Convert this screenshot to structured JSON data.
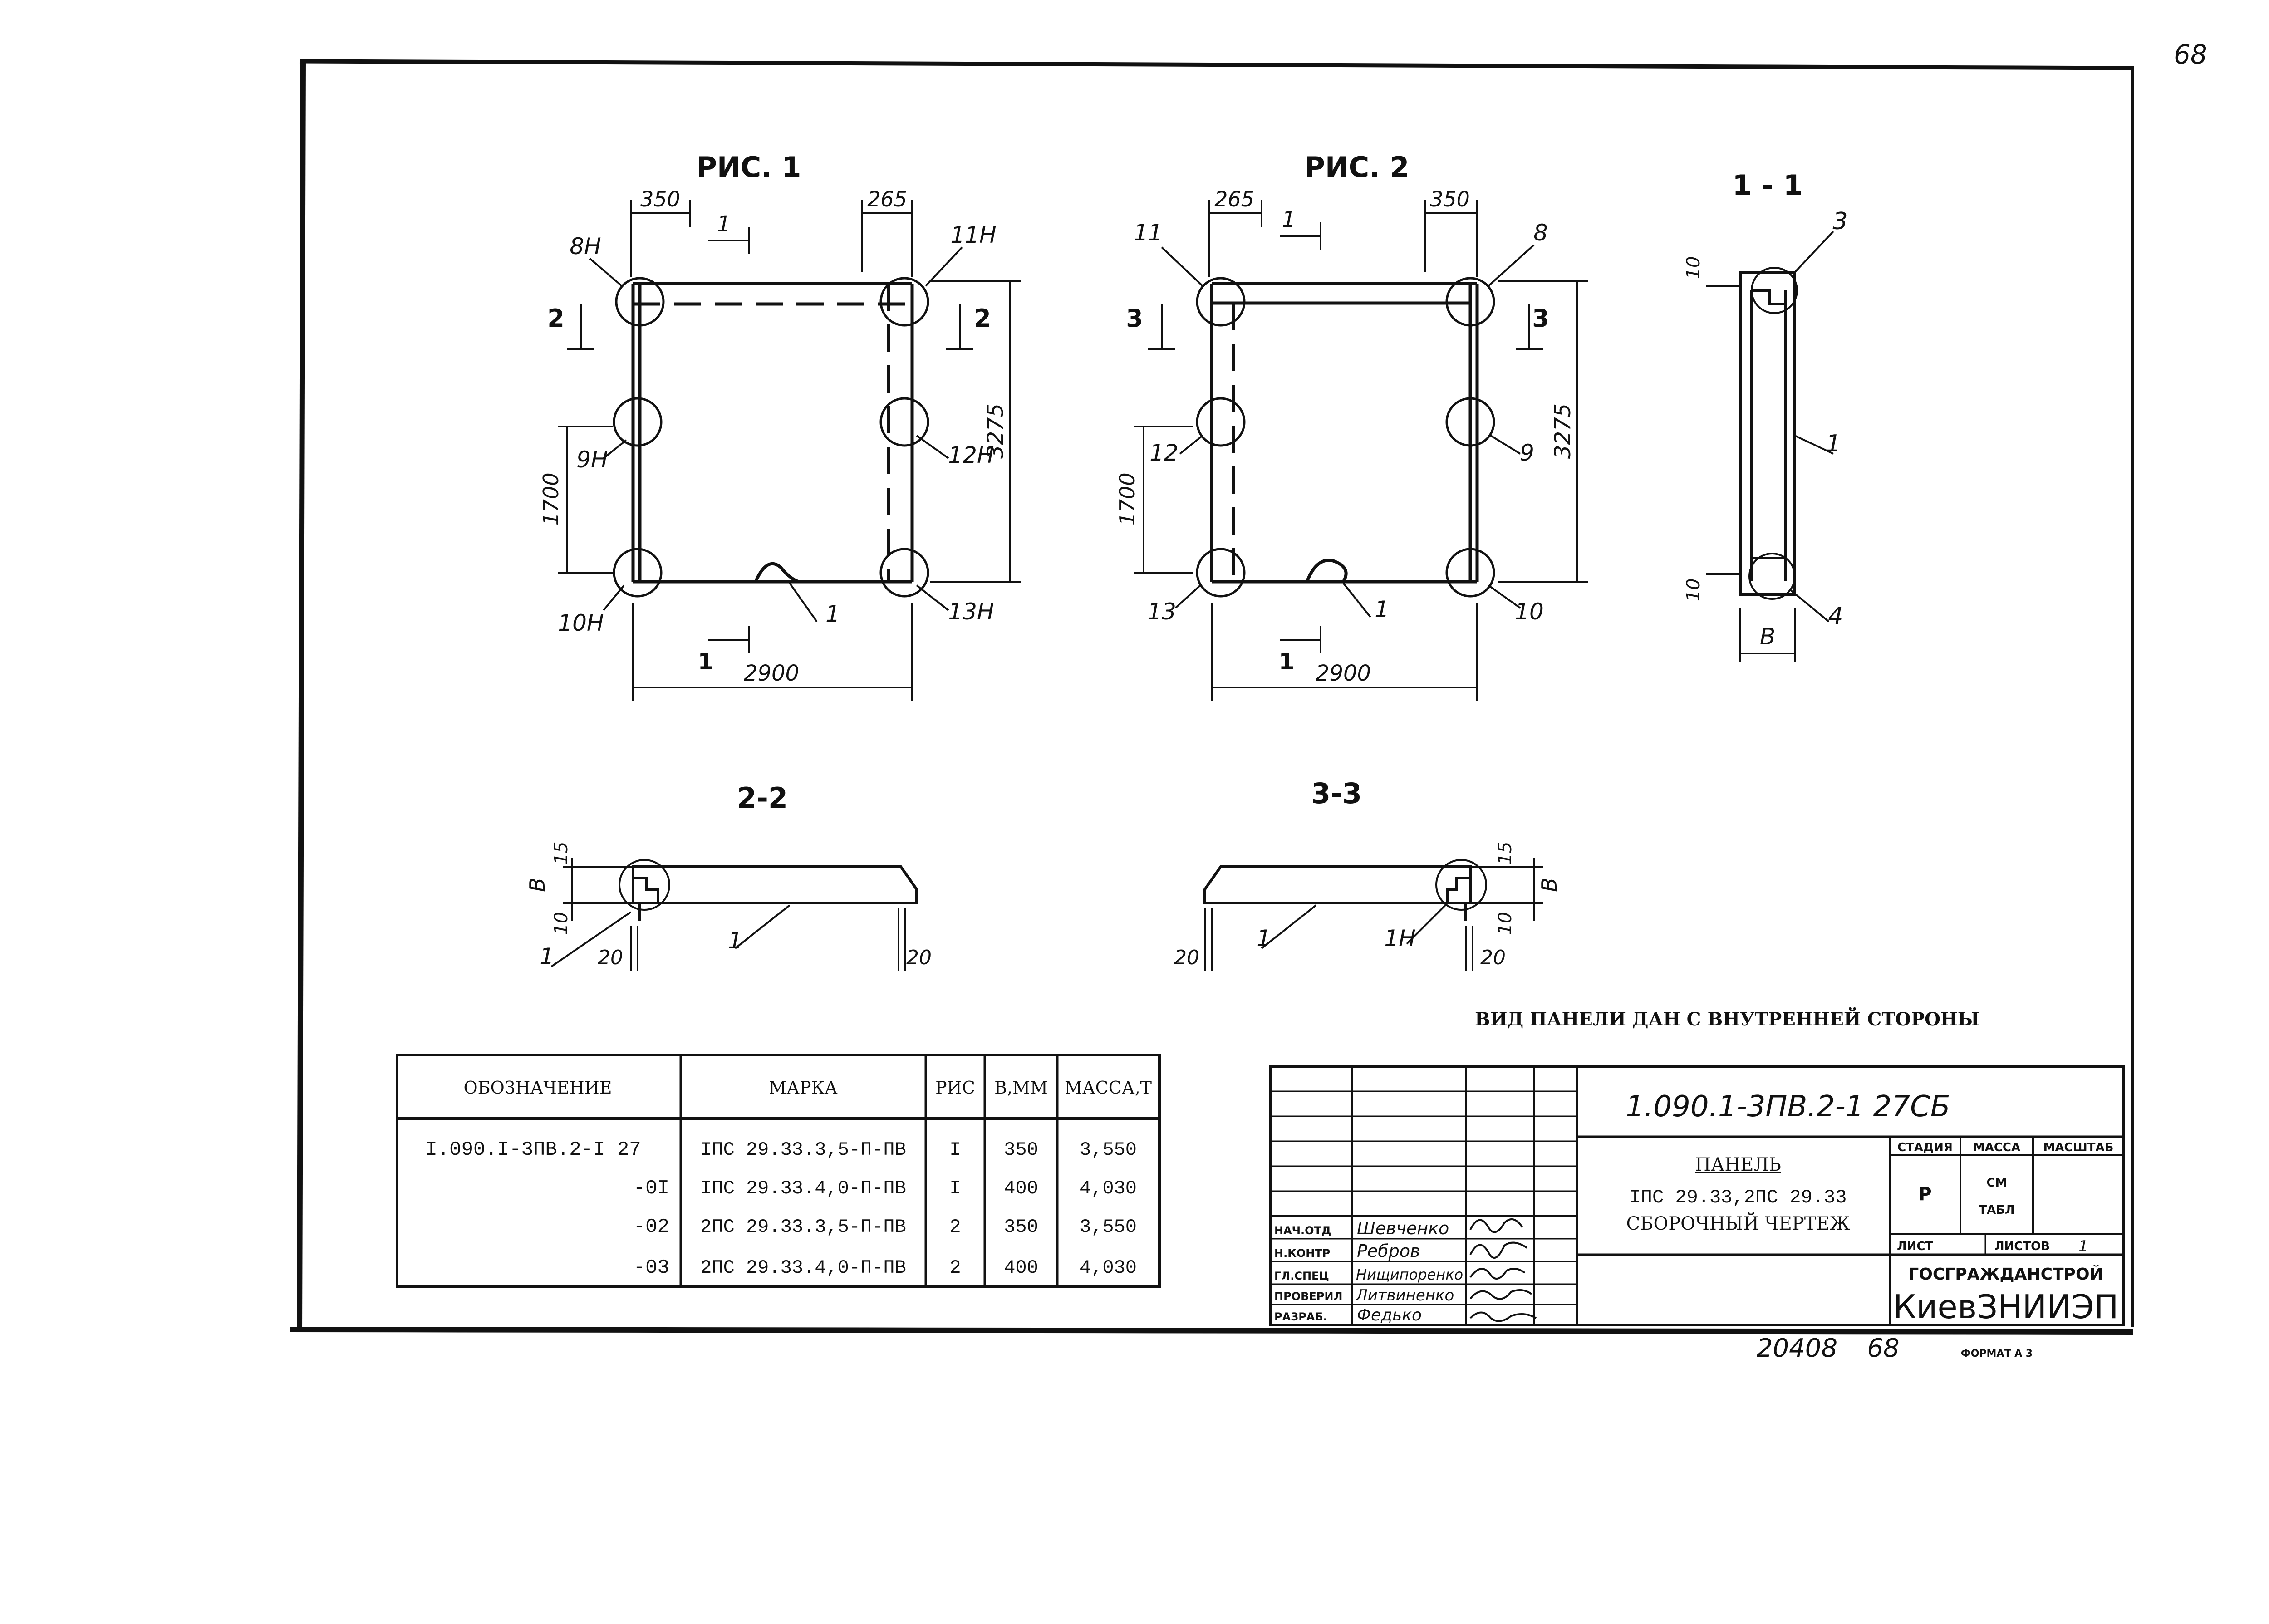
{
  "page_number": "68",
  "fig1": {
    "title": "РИС. 1",
    "dims": {
      "left_top": "350",
      "right_top": "265",
      "bottom": "2900",
      "height": "3275",
      "left": "1700"
    },
    "marks": {
      "tl": "8Н",
      "tr": "11Н",
      "ml": "9Н",
      "mr": "12Н",
      "bl": "10Н",
      "br": "13Н",
      "bottom": "1"
    },
    "section_top": "1",
    "section_bottom": "1",
    "section_left": "2",
    "section_right": "2"
  },
  "fig2": {
    "title": "РИС. 2",
    "dims": {
      "left_top": "265",
      "right_top": "350",
      "bottom": "2900",
      "height": "3275",
      "left": "1700"
    },
    "marks": {
      "tl": "11",
      "tr": "8",
      "ml": "12",
      "mr": "9",
      "bl": "13",
      "br": "10",
      "bottom": "1"
    },
    "section_top": "1",
    "section_bottom": "1",
    "section_left": "3",
    "section_right": "3"
  },
  "sec11": {
    "title": "1 - 1",
    "dim_top": "10",
    "dim_bottom": "10",
    "width": "В",
    "marks": {
      "top": "3",
      "mid": "1",
      "bottom": "4"
    }
  },
  "sec22": {
    "title": "2-2",
    "dims": {
      "d15": "15",
      "dB": "В",
      "d10": "10",
      "d20a": "20",
      "d20b": "20"
    },
    "marks": {
      "a": "1",
      "b": "1"
    }
  },
  "sec33": {
    "title": "3-3",
    "dims": {
      "d15": "15",
      "dB": "В",
      "d10": "10",
      "d20a": "20",
      "d20b": "20"
    },
    "marks": {
      "a": "1",
      "b": "1Н"
    }
  },
  "note": "ВИД ПАНЕЛИ ДАН С ВНУТРЕННЕЙ СТОРОНЫ",
  "spec_table": {
    "headers": [
      "ОБОЗНАЧЕНИЕ",
      "МАРКА",
      "РИС",
      "В,ММ",
      "МАССА,Т"
    ],
    "rows": [
      [
        "I.090.I-3ПВ.2-I 27",
        "IПС 29.33.3,5-П-ПВ",
        "I",
        "350",
        "3,550"
      ],
      [
        "-0I",
        "IПС 29.33.4,0-П-ПВ",
        "I",
        "400",
        "4,030"
      ],
      [
        "-02",
        "2ПС 29.33.3,5-П-ПВ",
        "2",
        "350",
        "3,550"
      ],
      [
        "-03",
        "2ПС 29.33.4,0-П-ПВ",
        "2",
        "400",
        "4,030"
      ]
    ]
  },
  "title_block": {
    "code": "1.090.1-3ПВ.2-1  27СБ",
    "name_line1": "ПАНЕЛЬ",
    "name_line2": "IПС 29.33,2ПС 29.33",
    "name_line3": "СБОРОЧНЫЙ ЧЕРТЕЖ",
    "stage_label": "СТАДИЯ",
    "mass_label": "МАССА",
    "scale_label": "МАСШТАБ",
    "stage": "Р",
    "mass_value1": "СМ",
    "mass_value2": "ТАБЛ",
    "sheet_label": "ЛИСТ",
    "sheets_label": "ЛИСТОВ",
    "sheets": "1",
    "org_line1": "ГОСГРАЖДАНСТРОЙ",
    "org_line2": "КиевЗНИИЭП",
    "roles": [
      "НАЧ.ОТД",
      "Н.КОНТР",
      "ГЛ.СПЕЦ",
      "ПРОВЕРИЛ",
      "РАЗРАБ."
    ],
    "names": [
      "Шевченко",
      "Ребров",
      "Нищипоренко",
      "Литвиненко",
      "Федько"
    ]
  },
  "footer": {
    "number": "20408",
    "page": "68",
    "format": "ФОРМАТ А 3"
  }
}
